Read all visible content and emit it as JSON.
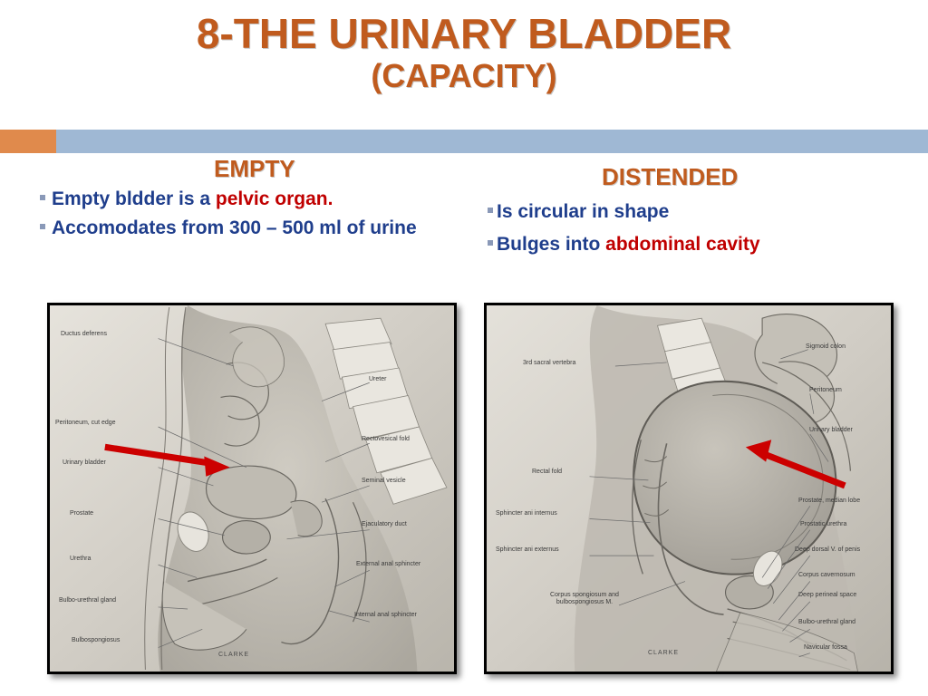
{
  "slide": {
    "title_main": "8-THE URINARY BLADDER",
    "title_sub": "(CAPACITY)",
    "accent_orange": "#C05B1E",
    "accent_blue_bar": "#9FB8D4",
    "accent_orange_bar": "#E08A4C",
    "text_blue": "#1F3E8C",
    "text_red": "#C00000"
  },
  "columns": {
    "left": {
      "heading": "EMPTY",
      "bullets": [
        {
          "parts": [
            {
              "text": "Empty bldder is a ",
              "style": "normal"
            },
            {
              "text": "pelvic organ.",
              "style": "highlight"
            }
          ]
        },
        {
          "parts": [
            {
              "text": "Accomodates from 300 – 500 ml of urine",
              "style": "normal"
            }
          ]
        }
      ]
    },
    "right": {
      "heading": "DISTENDED",
      "bullets": [
        {
          "parts": [
            {
              "text": "Is circular in shape",
              "style": "normal"
            }
          ]
        },
        {
          "parts": [
            {
              "text": "Bulges into ",
              "style": "normal"
            },
            {
              "text": "abdominal cavity",
              "style": "highlight"
            }
          ]
        }
      ]
    }
  },
  "figures": {
    "left": {
      "caption_signature": "CLARKE",
      "labels": [
        "Ductus deferens",
        "Peritoneum, cut edge",
        "Urinary bladder",
        "Prostate",
        "Urethra",
        "Bulbo-urethral gland",
        "Bulbospongiosus",
        "Ureter",
        "Rectovesical fold",
        "Seminal vesicle",
        "Ejaculatory duct",
        "External anal sphincter",
        "Internal anal sphincter"
      ]
    },
    "right": {
      "caption_signature": "CLARKE",
      "labels": [
        "3rd sacral vertebra",
        "Rectal fold",
        "Sphincter ani internus",
        "Sphincter ani externus",
        "Corpus spongiosum and bulbospongiosus M.",
        "Sigmoid colon",
        "Peritoneum",
        "Urinary bladder",
        "Prostate, median lobe",
        "Prostatic urethra",
        "Deep dorsal V. of penis",
        "Corpus cavernosum",
        "Deep perineal space",
        "Bulbo-urethral gland",
        "Navicular fossa"
      ]
    }
  }
}
